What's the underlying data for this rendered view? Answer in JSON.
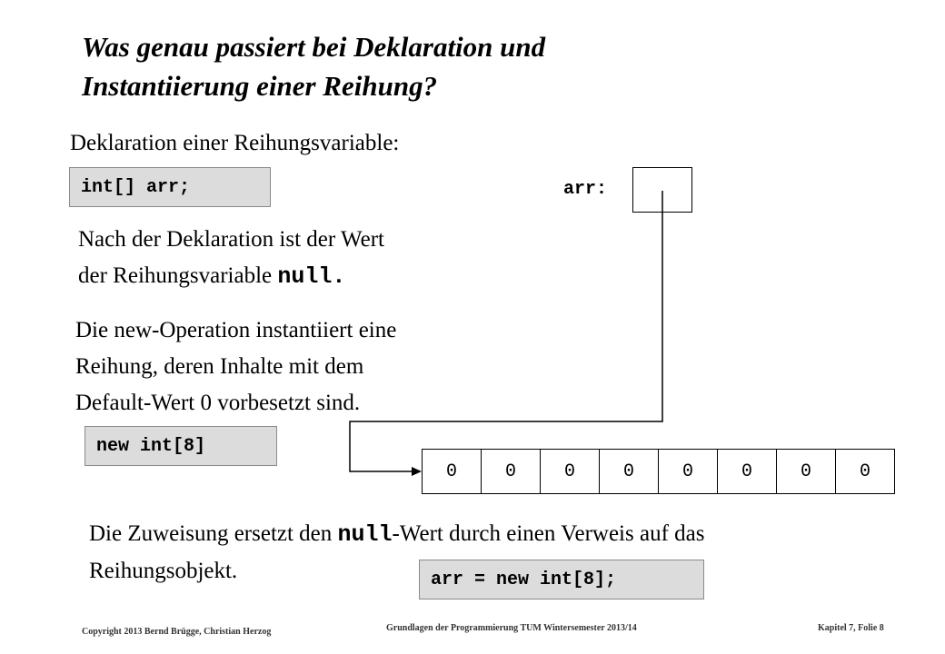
{
  "title": {
    "line1": "Was genau passiert bei Deklaration und",
    "line2": "Instantiierung einer Reihung?"
  },
  "declaration": {
    "heading": "Deklaration einer Reihungsvariable:",
    "code": "int[] arr;",
    "note_line1": "Nach der Deklaration ist der Wert",
    "note_line2_pre": "der Reihungsvariable ",
    "note_line2_code": "null."
  },
  "variable": {
    "label": "arr:"
  },
  "instantiation": {
    "line1": "Die new-Operation instantiiert eine",
    "line2": "Reihung, deren Inhalte mit dem",
    "line3": "Default-Wert 0 vorbesetzt sind.",
    "code": "new int[8]"
  },
  "array_values": [
    "0",
    "0",
    "0",
    "0",
    "0",
    "0",
    "0",
    "0"
  ],
  "assignment": {
    "line1_pre": "Die Zuweisung ersetzt den ",
    "line1_code": "null",
    "line1_post": "-Wert durch einen Verweis auf das",
    "line2": "Reihungsobjekt.",
    "code": "arr = new int[8];"
  },
  "footer": {
    "copyright": "Copyright  2013 Bernd Brügge, Christian Herzog",
    "course": "Grundlagen der Programmierung  TUM Wintersemester 2013/14",
    "slide": "Kapitel 7, Folie 8"
  }
}
